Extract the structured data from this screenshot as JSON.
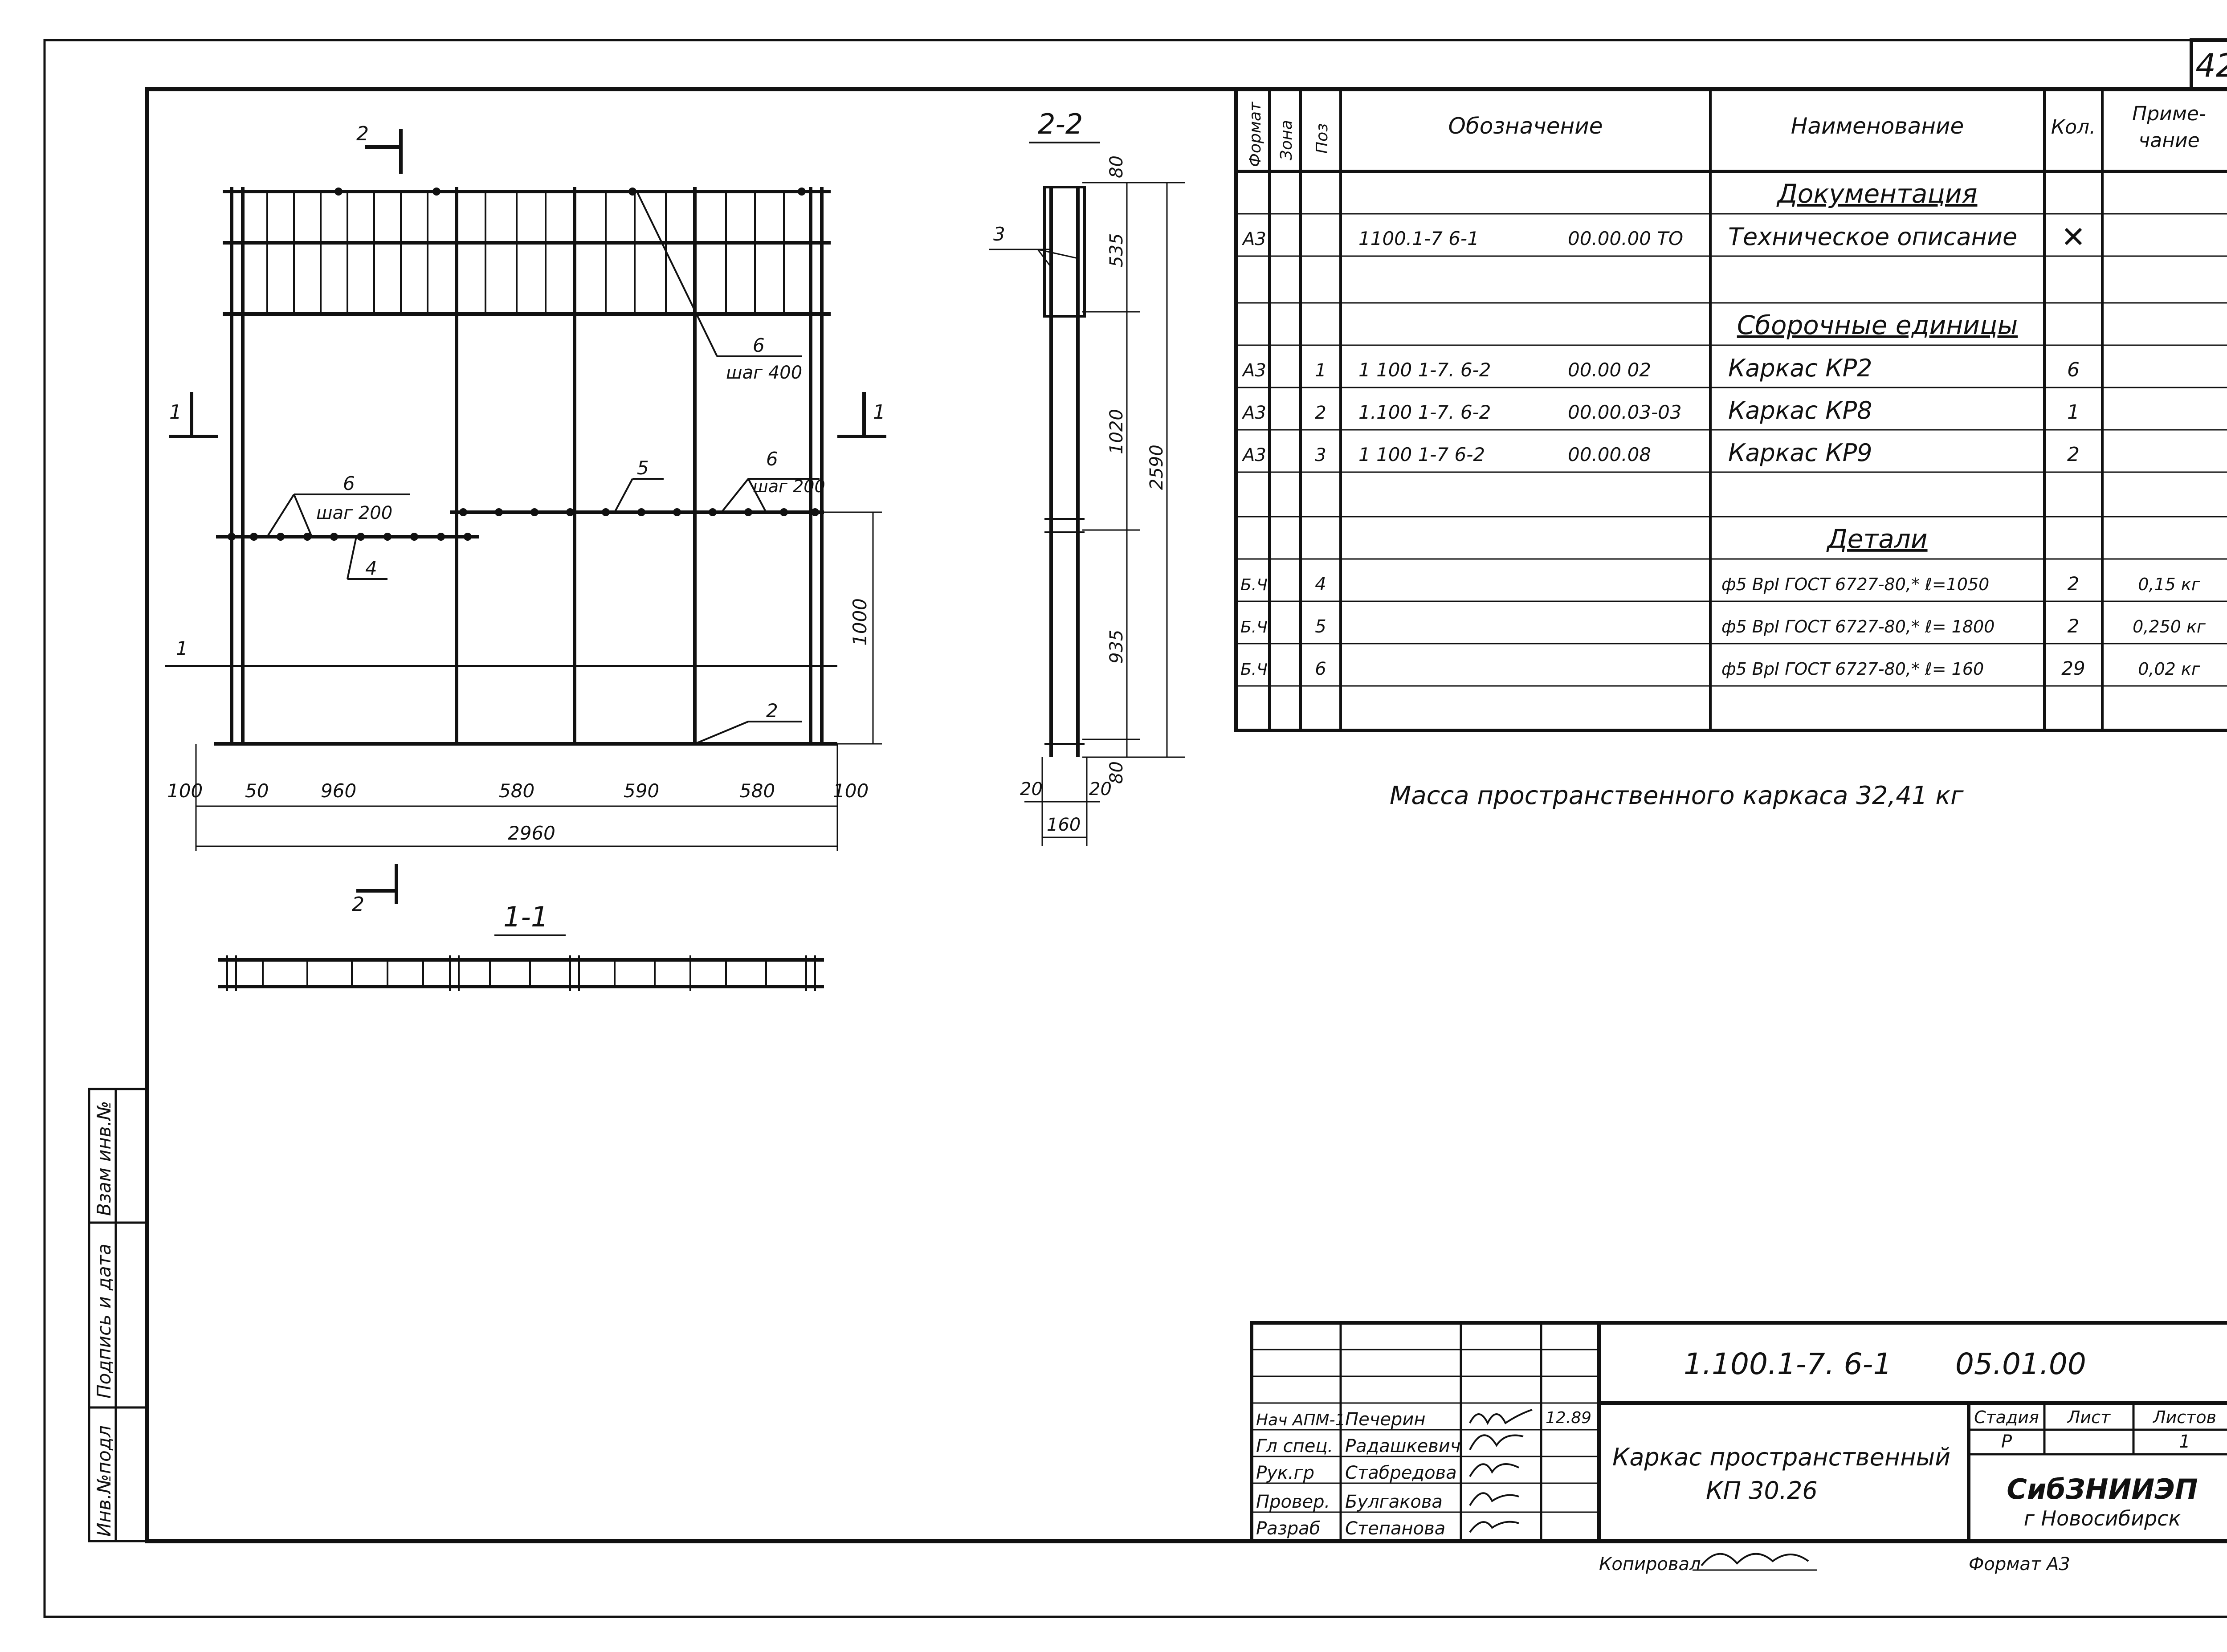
{
  "sheet_number": "42",
  "views": {
    "front": {
      "section_2_top": "2",
      "section_2_bottom": "2",
      "section_1_left": "1",
      "section_1_right": "1",
      "callout_6_top": "6",
      "callout_6_top_step": "шаг 400",
      "callout_6_left": "6",
      "callout_6_left_step": "шаг 200",
      "callout_5": "5",
      "callout_6_right": "6",
      "callout_6_right_step": "шаг 200",
      "callout_4": "4",
      "callout_1": "1",
      "callout_2": "2",
      "dim_100_left": "100",
      "dim_50": "50",
      "dim_960": "960",
      "dim_580_a": "580",
      "dim_590": "590",
      "dim_580_b": "580",
      "dim_100_right": "100",
      "dim_2960": "2960",
      "dim_1000": "1000"
    },
    "section_2_2": {
      "title": "2-2",
      "callout_3": "3",
      "dim_80_top": "80",
      "dim_535": "535",
      "dim_1020": "1020",
      "dim_935": "935",
      "dim_80_bottom": "80",
      "dim_2590": "2590",
      "dim_20_left": "20",
      "dim_20_right": "20",
      "dim_160": "160"
    },
    "section_1_1": {
      "title": "1-1"
    }
  },
  "spec": {
    "headers": {
      "format": "Формат",
      "zone": "Зона",
      "pos": "Поз",
      "designation": "Обозначение",
      "name": "Наименование",
      "qty": "Кол.",
      "note_line1": "Приме-",
      "note_line2": "чание"
    },
    "rows": [
      {
        "section": "Документация"
      },
      {
        "format": "A3",
        "pos": "",
        "code": "1100.1-7 6-1",
        "code2": "00.00.00 ТО",
        "name": "Техническое описание",
        "qty": "✕",
        "note": ""
      },
      {
        "section": ""
      },
      {
        "section": "Сборочные единицы"
      },
      {
        "format": "A3",
        "pos": "1",
        "code": "1 100 1-7. 6-2",
        "code2": "00.00 02",
        "name": "Каркас  КР2",
        "qty": "6",
        "note": ""
      },
      {
        "format": "A3",
        "pos": "2",
        "code": "1.100 1-7. 6-2",
        "code2": "00.00.03-03",
        "name": "Каркас  КР8",
        "qty": "1",
        "note": ""
      },
      {
        "format": "A3",
        "pos": "3",
        "code": "1 100 1-7 6-2",
        "code2": "00.00.08",
        "name": "Каркас  КР9",
        "qty": "2",
        "note": ""
      },
      {
        "section": ""
      },
      {
        "section": "Детали"
      },
      {
        "format": "Б.Ч.",
        "pos": "4",
        "code": "",
        "code2": "",
        "name": "ф5 ВрI  ГОСТ 6727-80,* ℓ=1050",
        "qty": "2",
        "note": "0,15 кг"
      },
      {
        "format": "Б.Ч.",
        "pos": "5",
        "code": "",
        "code2": "",
        "name": "ф5 ВрI  ГОСТ 6727-80,* ℓ= 1800",
        "qty": "2",
        "note": "0,250 кг"
      },
      {
        "format": "Б.Ч.",
        "pos": "6",
        "code": "",
        "code2": "",
        "name": "ф5 ВрI  ГОСТ 6727-80,* ℓ= 160",
        "qty": "29",
        "note": "0,02 кг"
      }
    ]
  },
  "mass_note": "Масса пространственного каркаса  32,41 кг",
  "side_stamp": {
    "inv_podl": "Инв.№подл",
    "podpis_data": "Подпись и дата",
    "vzam_inv": "Взам инв.№"
  },
  "title_block": {
    "doc_code": "1.100.1-7. 6-1",
    "doc_number": "05.01.00",
    "title_line1": "Каркас  пространственный",
    "title_line2": "КП 30.26",
    "stage_header": "Стадия",
    "sheet_header": "Лист",
    "sheets_header": "Листов",
    "stage_value": "Р",
    "sheets_value": "1",
    "org_line1": "СибЗНИИЭП",
    "org_line2": "г Новосибирск",
    "date": "12.89",
    "people": [
      {
        "role": "Нач АПМ-1",
        "name": "Печерин"
      },
      {
        "role": "Гл спец.",
        "name": "Радашкевич"
      },
      {
        "role": "Рук.гр",
        "name": "Стабредова"
      },
      {
        "role": "Провер.",
        "name": "Булгакова"
      },
      {
        "role": "Разраб",
        "name": "Степанова"
      }
    ]
  },
  "copied_by": "Копировал",
  "format_label": "Формат А3"
}
